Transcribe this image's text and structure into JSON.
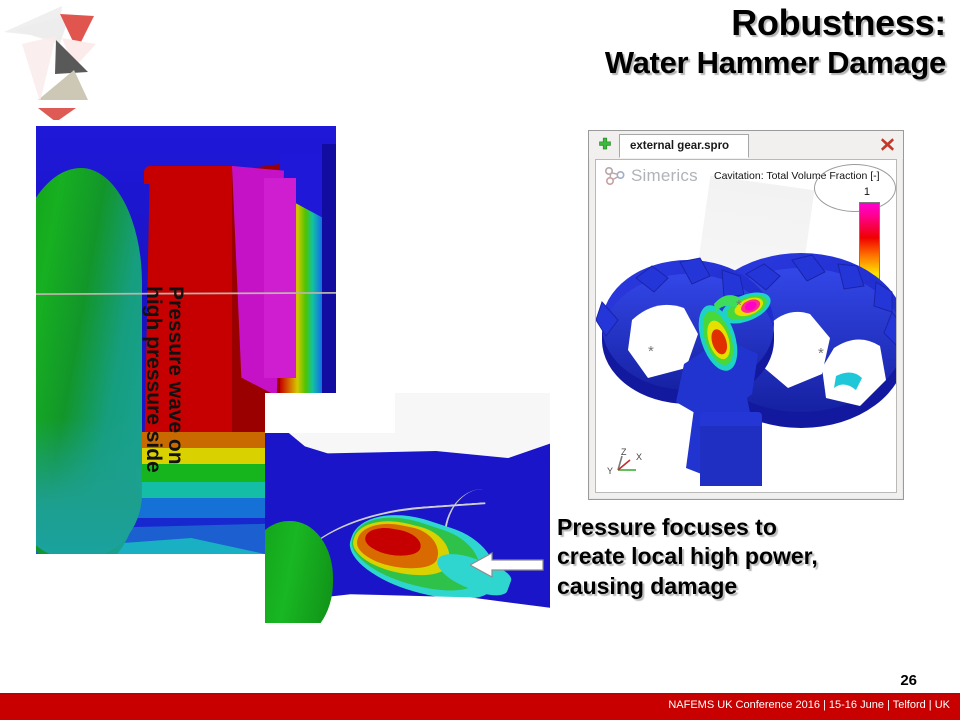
{
  "slide": {
    "title_main": "Robustness:",
    "title_sub": "Water Hammer Damage",
    "page_number": "26"
  },
  "annotations": {
    "rotated_label_line1": "Pressure wave on",
    "rotated_label_line2": "high pressure side",
    "caption_line1": "Pressure focuses to",
    "caption_line2": "create local high power,",
    "caption_line3": "causing damage",
    "arrow_down": "down-arrow",
    "arrow_left": "left-arrow"
  },
  "simerics_window": {
    "tab_label": "external gear.spro",
    "add_tab_icon": "plus-icon",
    "close_icon": "close-icon",
    "brand": "Simerics",
    "brand_icon": "molecule-icon",
    "field_label": "Cavitation: Total Volume Fraction [-]",
    "colorbar_max": "1",
    "triad": {
      "x": "X",
      "y": "Y",
      "z": "Z"
    }
  },
  "footer": {
    "text": "NAFEMS UK  Conference 2016  | 15-16 June | Telford | UK",
    "bar_color": "#C80000"
  },
  "colors": {
    "accent_red": "#C80000",
    "cfd_blue": "#1A15C9",
    "cfd_red": "#C60000",
    "cfd_green": "#17B021",
    "cfd_magenta": "#C612C6"
  }
}
